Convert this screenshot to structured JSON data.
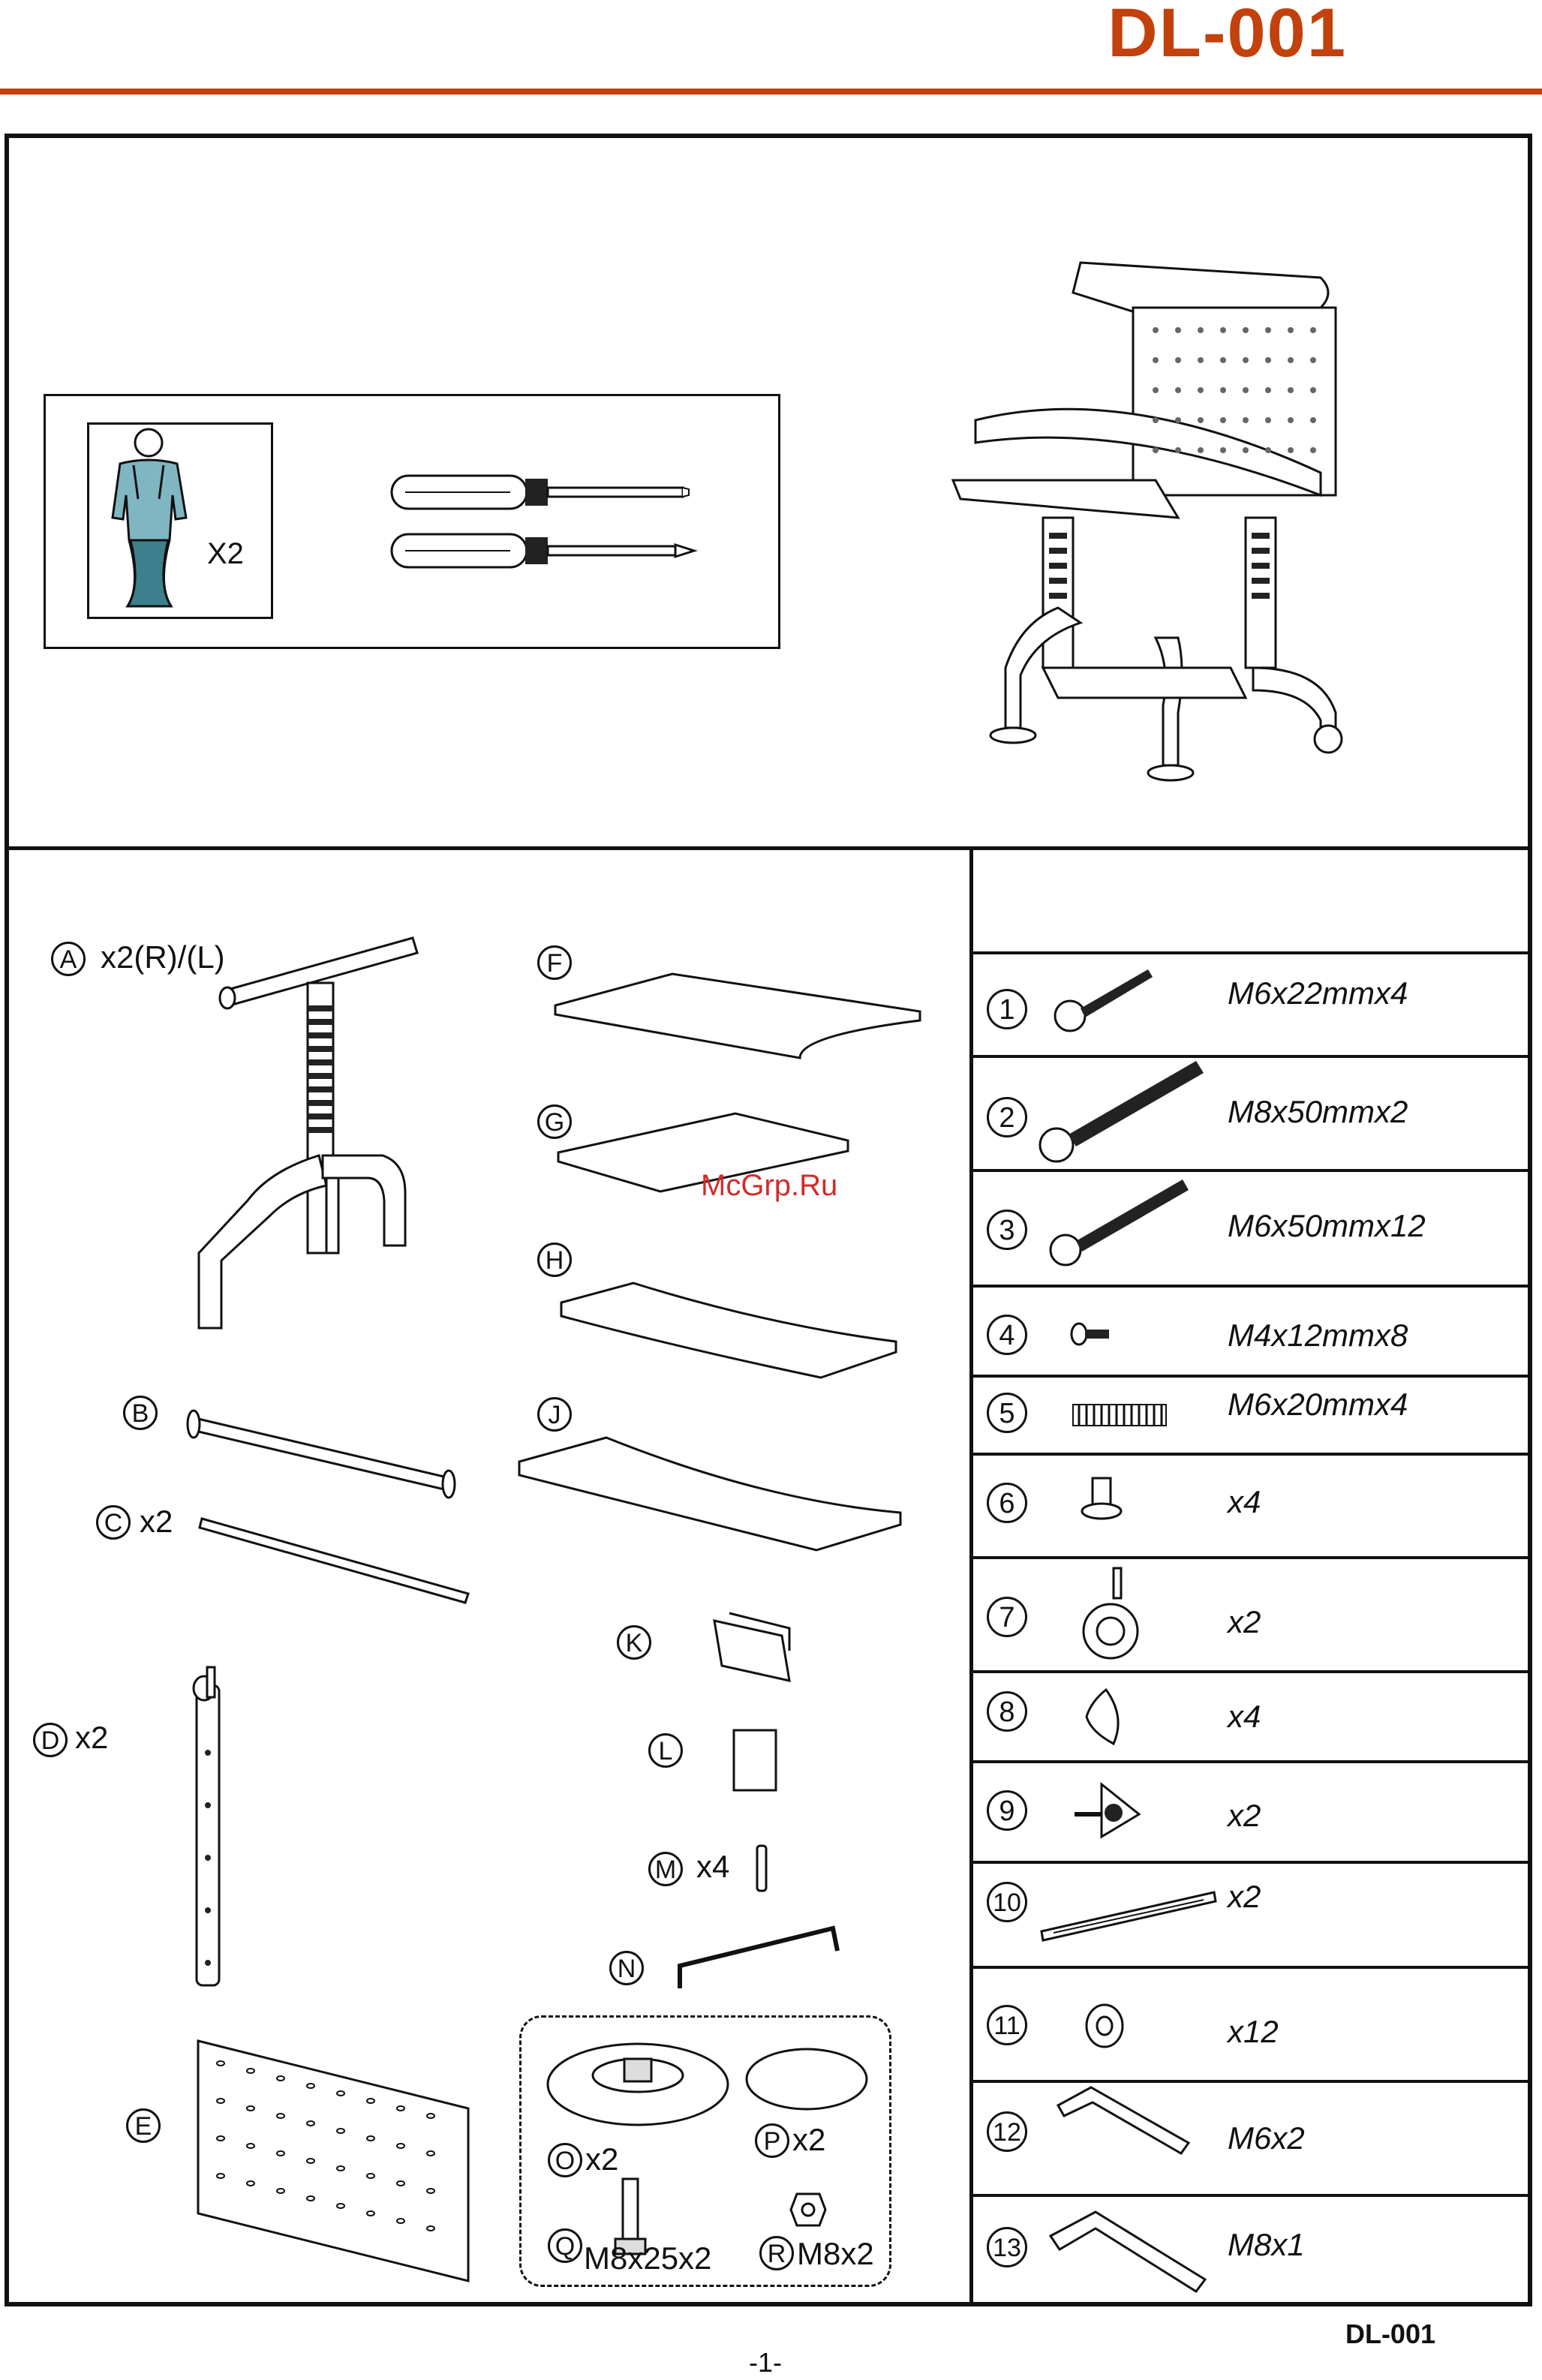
{
  "header": {
    "model": "DL-001"
  },
  "tools": {
    "people_count": "X2"
  },
  "parts": [
    {
      "id": "A",
      "qty": "x2(R)/(L)"
    },
    {
      "id": "B",
      "qty": ""
    },
    {
      "id": "C",
      "qty": "x2"
    },
    {
      "id": "D",
      "qty": "x2"
    },
    {
      "id": "E",
      "qty": ""
    },
    {
      "id": "F",
      "qty": ""
    },
    {
      "id": "G",
      "qty": ""
    },
    {
      "id": "H",
      "qty": ""
    },
    {
      "id": "J",
      "qty": ""
    },
    {
      "id": "K",
      "qty": ""
    },
    {
      "id": "L",
      "qty": ""
    },
    {
      "id": "M",
      "qty": "x4"
    },
    {
      "id": "N",
      "qty": ""
    },
    {
      "id": "O",
      "qty": "x2"
    },
    {
      "id": "P",
      "qty": "x2"
    },
    {
      "id": "Q",
      "qty": "M8x25x2"
    },
    {
      "id": "R",
      "qty": "M8x2"
    }
  ],
  "hardware": [
    {
      "num": "1",
      "spec": "M6x22mmx4"
    },
    {
      "num": "2",
      "spec": "M8x50mmx2"
    },
    {
      "num": "3",
      "spec": "M6x50mmx12"
    },
    {
      "num": "4",
      "spec": "M4x12mmx8"
    },
    {
      "num": "5",
      "spec": "M6x20mmx4"
    },
    {
      "num": "6",
      "spec": "x4"
    },
    {
      "num": "7",
      "spec": "x2"
    },
    {
      "num": "8",
      "spec": "x4"
    },
    {
      "num": "9",
      "spec": "x2"
    },
    {
      "num": "10",
      "spec": "x2"
    },
    {
      "num": "11",
      "spec": "x12"
    },
    {
      "num": "12",
      "spec": "M6x2"
    },
    {
      "num": "13",
      "spec": "M8x1"
    }
  ],
  "watermark": "McGrp.Ru",
  "footer": {
    "model": "DL-001",
    "page": "-1-"
  }
}
